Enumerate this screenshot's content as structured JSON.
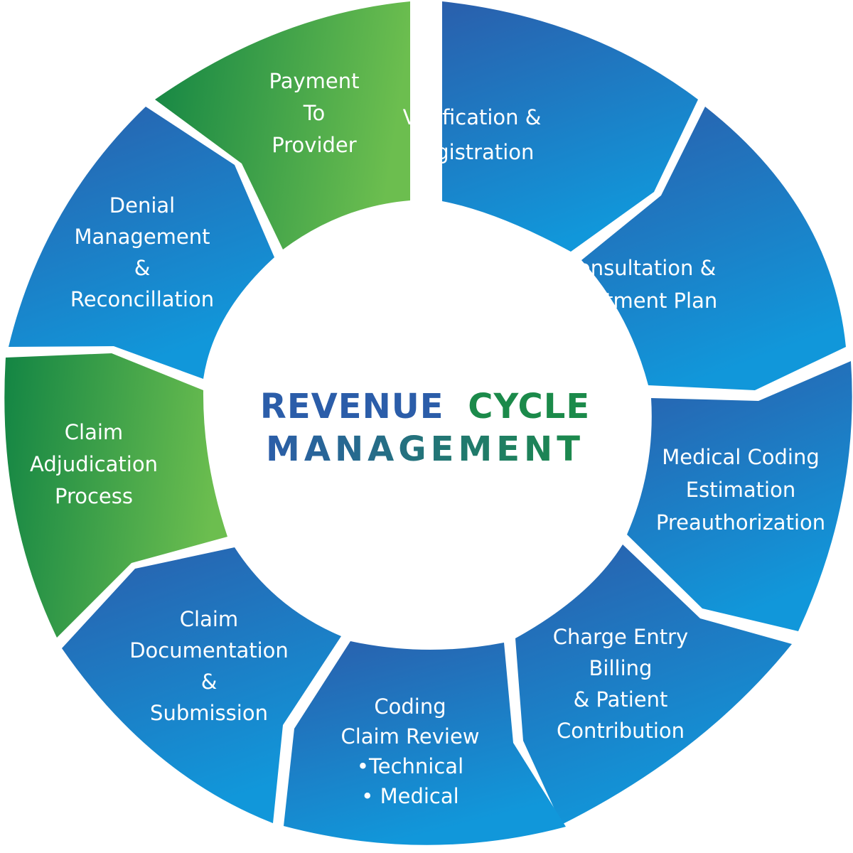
{
  "title": {
    "line1": {
      "word1": "REVENUE",
      "word2": "CYCLE"
    },
    "line2": "MANAGEMENT"
  },
  "colors": {
    "blue_start": "#2a5fac",
    "blue_end": "#1197da",
    "green_start": "#138544",
    "green_end": "#6cbe4f",
    "title_blue": "#2b5da9",
    "title_green": "#1b8a4a",
    "text": "#ffffff"
  },
  "segments": [
    {
      "name": "verification-registration",
      "lines": [
        "Verification &",
        "Registration"
      ],
      "color": "blue"
    },
    {
      "name": "consultation-treatment-plan",
      "lines": [
        "Consultation &",
        "Treatment Plan"
      ],
      "color": "blue"
    },
    {
      "name": "medical-coding-estimation",
      "lines": [
        "Medical Coding",
        "Estimation",
        "Preauthorization"
      ],
      "color": "blue"
    },
    {
      "name": "charge-entry-billing",
      "lines": [
        "Charge Entry",
        "Billing",
        "& Patient",
        "Contribution"
      ],
      "color": "blue"
    },
    {
      "name": "coding-claim-review",
      "lines": [
        "Coding",
        "Claim Review",
        "•Technical",
        "• Medical"
      ],
      "color": "blue"
    },
    {
      "name": "claim-documentation-submission",
      "lines": [
        "Claim",
        "Documentation",
        "&",
        "Submission"
      ],
      "color": "blue"
    },
    {
      "name": "claim-adjudication-process",
      "lines": [
        "Claim",
        "Adjudication",
        "Process"
      ],
      "color": "green"
    },
    {
      "name": "denial-management-reconciliation",
      "lines": [
        "Denial",
        "Management",
        "&",
        "Reconcillation"
      ],
      "color": "blue"
    },
    {
      "name": "payment-to-provider",
      "lines": [
        "Payment",
        "To",
        "Provider"
      ],
      "color": "green"
    }
  ]
}
